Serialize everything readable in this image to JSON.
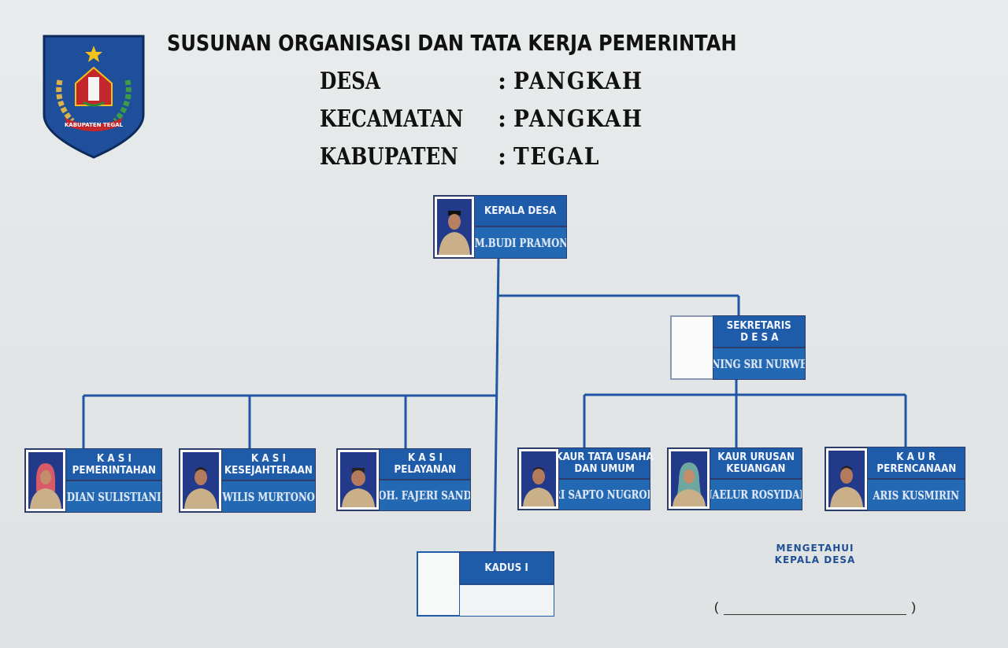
{
  "header": {
    "title": "SUSUNAN ORGANISASI DAN TATA KERJA PEMERINTAH",
    "rows": [
      {
        "label": "DESA",
        "value": "PANGKAH"
      },
      {
        "label": "KECAMATAN",
        "value": "PANGKAH"
      },
      {
        "label": "KABUPATEN",
        "value": "TEGAL"
      }
    ],
    "colon": ":",
    "emblem_text": "KABUPATEN TEGAL"
  },
  "org": {
    "kepala": {
      "role_lines": [
        "KEPALA DESA"
      ],
      "name": "HM.BUDI PRAMONO"
    },
    "sekretaris": {
      "role_lines": [
        "SEKRETARIS",
        "D E S A"
      ],
      "name": "NINING SRI NURWERI"
    },
    "kasi": [
      {
        "role_lines": [
          "K A S I",
          "PEMERINTAHAN"
        ],
        "name": "DIAN SULISTIANI"
      },
      {
        "role_lines": [
          "K A S I",
          "KESEJAHTERAAN"
        ],
        "name": "WILIS MURTONO"
      },
      {
        "role_lines": [
          "K A S I",
          "PELAYANAN"
        ],
        "name": "MOH. FAJERI SANDSI"
      }
    ],
    "kaur": [
      {
        "role_lines": [
          "KAUR TATA USAHA",
          "DAN UMUM"
        ],
        "name": "ARI SAPTO NUGROHO"
      },
      {
        "role_lines": [
          "KAUR URUSAN",
          "KEUANGAN"
        ],
        "name": "NAELUR ROSYIDAH"
      },
      {
        "role_lines": [
          "K A U R",
          "PERENCANAAN"
        ],
        "name": "ARIS KUSMIRIN"
      }
    ],
    "kadus": {
      "role_lines": [
        "KADUS I"
      ],
      "name": ""
    }
  },
  "acknowledge": {
    "line1": "MENGETAHUI",
    "line2": "KEPALA DESA",
    "open": "(",
    "close": ")"
  },
  "colors": {
    "role_blue": "#1e5ba8",
    "name_blue": "#2268b3",
    "line_blue": "#1f57a6",
    "board": "#e6e9ea"
  }
}
